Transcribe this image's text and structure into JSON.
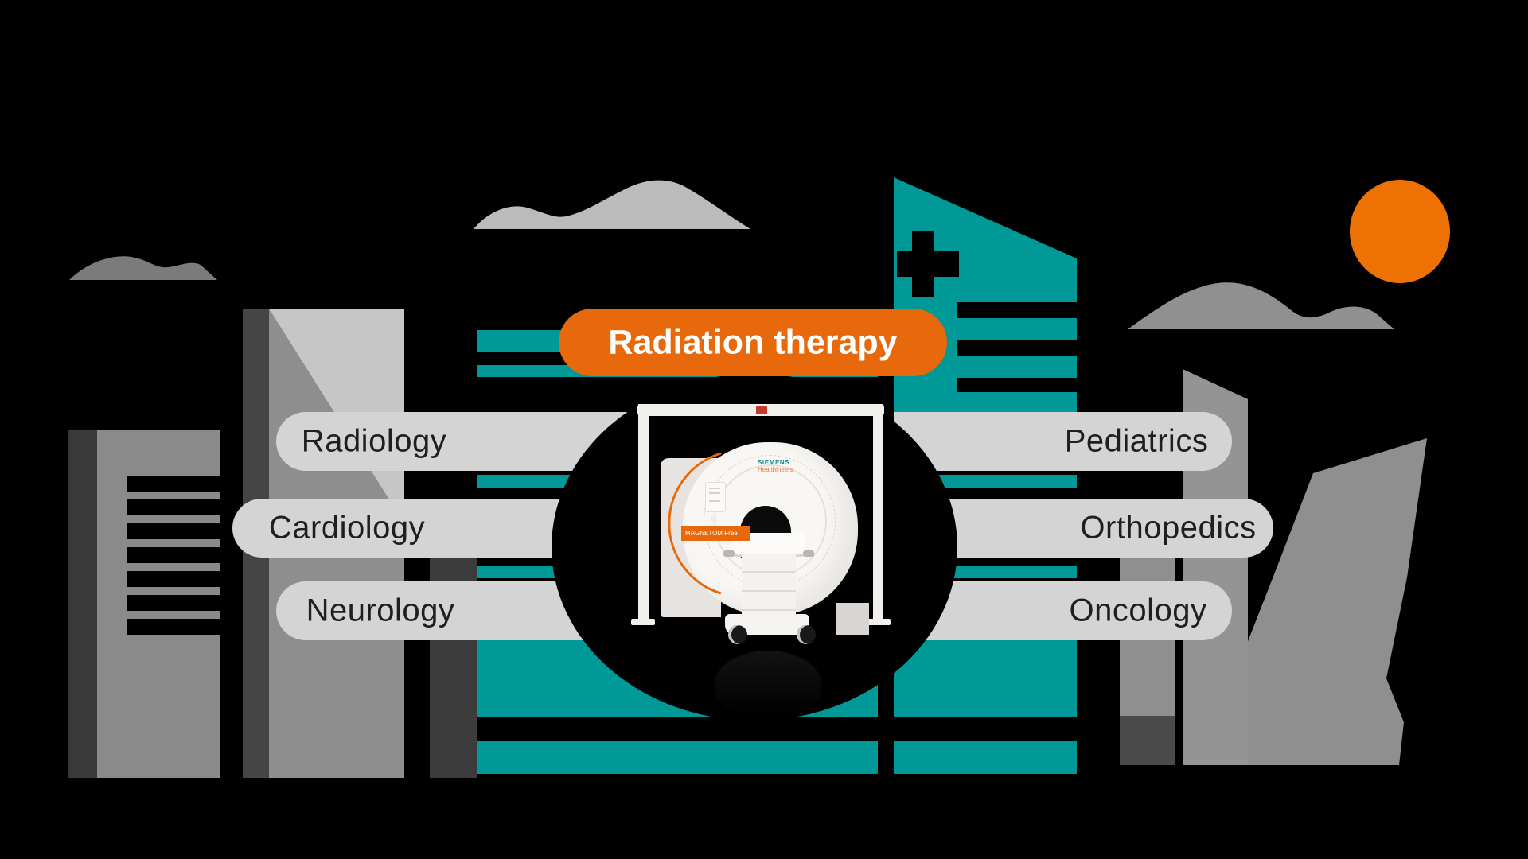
{
  "center_pill": {
    "label": "Radiation therapy"
  },
  "pills": {
    "left": [
      {
        "label": "Radiology"
      },
      {
        "label": "Cardiology"
      },
      {
        "label": "Neurology"
      }
    ],
    "right": [
      {
        "label": "Pediatrics"
      },
      {
        "label": "Orthopedics"
      },
      {
        "label": "Oncology"
      }
    ]
  },
  "machine": {
    "brand_top": "SIEMENS",
    "brand_bottom": "Healthineers",
    "model_label": "MAGNETOM Free"
  },
  "icons": {
    "hospital_cross": "hospital-cross-icon",
    "sun": "sun-icon",
    "mri_scanner": "mri-scanner-illustration"
  },
  "colors": {
    "background": "#000000",
    "accent_orange": "#E8690B",
    "sun_orange": "#EE7203",
    "teal": "#009997",
    "pill_gray": "#D4D4D4",
    "pill_text": "#1F1F1F",
    "building_light_gray": "#C6C6C6",
    "building_mid_gray": "#8A8A8A",
    "building_dark_gray": "#3C3C3C",
    "rock_gray": "#8F8F8F",
    "cloud_gray": "#BBBBBB"
  }
}
